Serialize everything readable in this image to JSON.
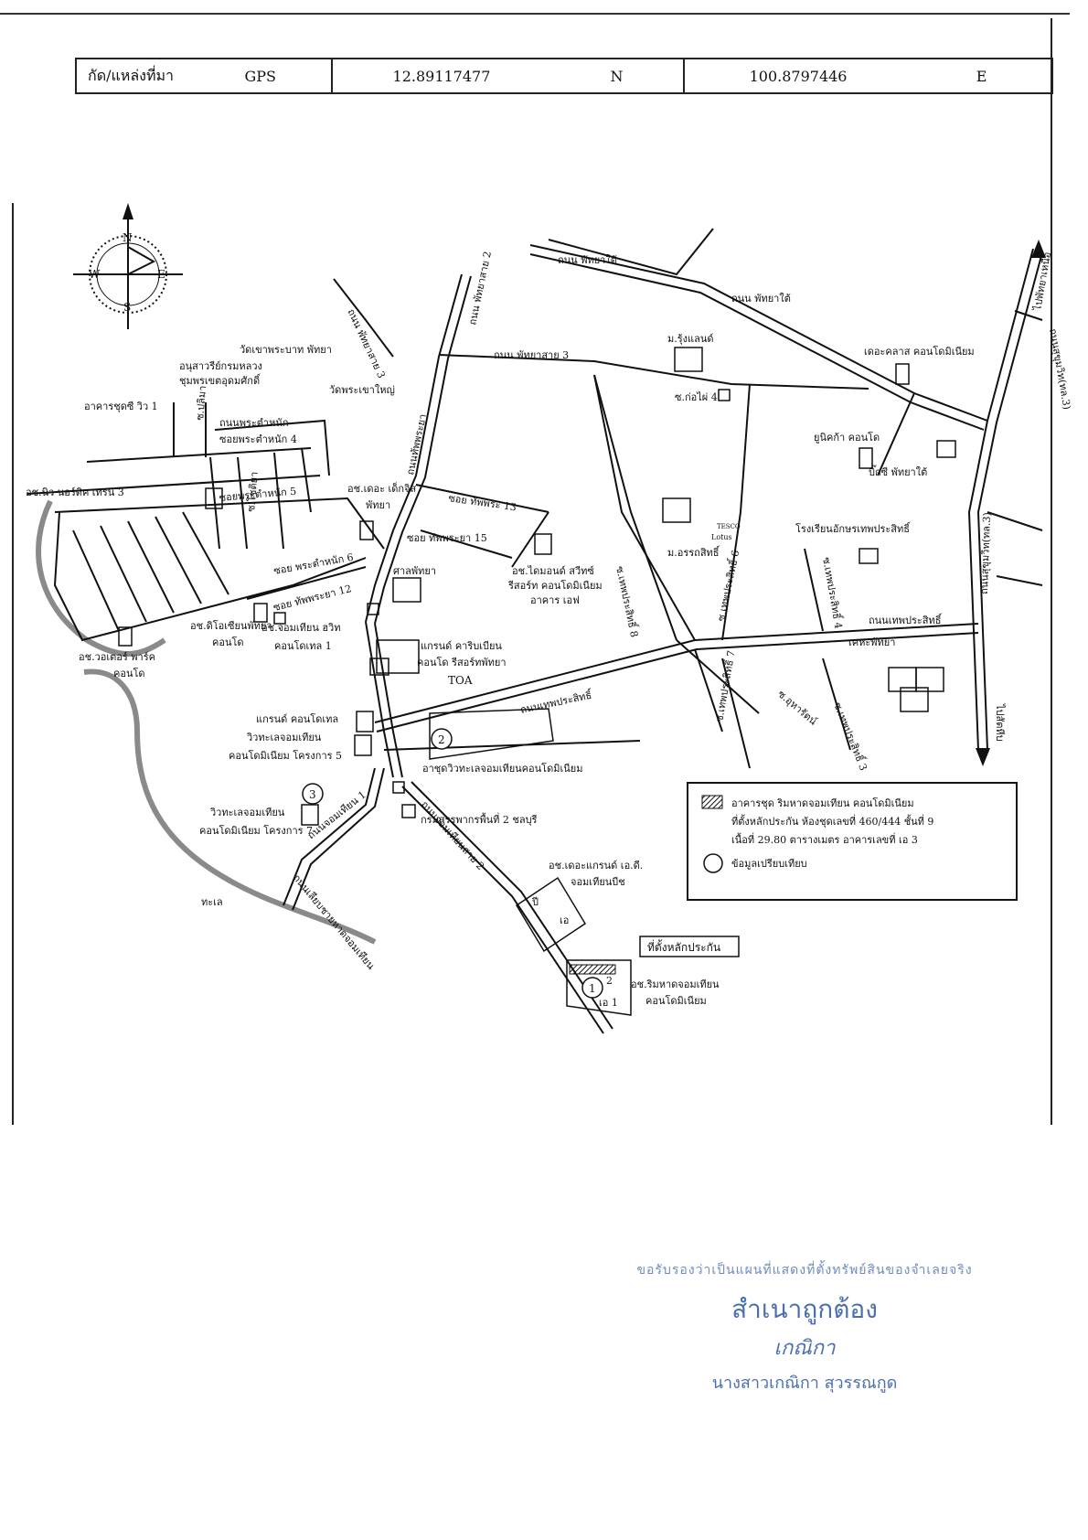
{
  "gps": {
    "label": "กัด/แหล่งที่มา",
    "source": "GPS",
    "lat": "12.89117477",
    "lat_dir": "N",
    "lon": "100.8797446",
    "lon_dir": "E"
  },
  "compass": {
    "n": "N",
    "s": "S",
    "e": "E",
    "w": "W"
  },
  "roads": {
    "pattaya_tai": "ถนน พัทยาใต้",
    "pattaya_tai2": "ถนน พัทยาใต้",
    "pattaya_sai2": "ถนน พัทยาสาย 2",
    "pattaya_sai3": "ถนน พัทยาสาย 3",
    "pattaya_sai3b": "ถนน พัทยาสาย 3",
    "thappraya": "ถนนทัพพระยา",
    "sukhumvit": "ถนนสุขุมวิท(ทล.3)",
    "sukhumvit2": "ถนนสุขุมวิท(ทล.3)",
    "to_north": "ไปพัทยาเหนือ",
    "to_sattahip": "ไปสัตหีบ",
    "phra_tamnak": "ถนนพระตำหนัก",
    "soi_phra_tamnak4": "ซอยพระตำหนัก 4",
    "soi_phra_tamnak5": "ซอยพระตำหนัก 5",
    "soi_phra_tamnak6": "ซอย พระตำหนัก 6",
    "soi_thappraya12": "ซอย ทัพพระยา 12",
    "soi_thappraya13": "ซอย ทัพพระ 13",
    "soi_thappraya15": "ซอย ทัพพระยา 15",
    "thep_prasit": "ถนนเทพประสิทธิ์",
    "thep_prasit2": "ถนนเทพประสิทธิ์",
    "soi_thep3": "ซ.เทพประสิทธิ์ 3",
    "soi_thep4": "ซ.เทพประสิทธิ์ 4",
    "soi_thep6": "ซ.เทพประสิทธิ์ 6",
    "soi_thep7": "ซ.เทพประสิทธิ์ 7",
    "soi_thep8": "ซ.เทพประสิทธิ์ 8",
    "soi_buakhao": "ซ.ก่อไผ่ 4",
    "soi_chaiyaphruek": "ซ.อุหารัตน์",
    "jomtien1": "ถนนจอมเทียน 1",
    "jomtien2": "ถนนจอมเทียนสาย 2",
    "jomtien_beach": "ถนนเลียบชายหาดจอมเทียน",
    "soi_tharo": "ซ.โชติยา",
    "soi_phra": "ซ.ปลิมา"
  },
  "places": {
    "wat_khao": "วัดเขาพระบาท พัทยา",
    "monument1": "อนุสาวรีย์กรมหลวง",
    "monument2": "ชุมพรเขตอุดมศักดิ์",
    "wat_yai": "วัดพระเขาใหญ่",
    "view1": "อาคารชุดซี วิว 1",
    "nordic": "อช.นิว นอร์ดิค เทรน 3",
    "tak": "อช.เดอะ เด็กจิส",
    "tak2": "พัทยา",
    "diamond1": "อช.ไดมอนด์ สวีทซ์",
    "diamond2": "รีสอร์ท คอนโดมิเนียม",
    "diamond3": "อาคาร เอฟ",
    "sala": "ศาลพัทยา",
    "caribbean1": "แกรนด์ คาริบเบียน",
    "caribbean2": "คอนโด รีสอร์ทพัทยา",
    "toa": "TOA",
    "diplomat1": "อช.ดิโอเซียนพัทยา",
    "diplomat2": "คอนโด",
    "jomtien_view1": "อช.จอมเทียน ฮวิท",
    "jomtien_view2": "คอนโดเทล 1",
    "water1": "อช.วอเตอร์ พาร์ค",
    "water2": "คอนโด",
    "grand_condo": "แกรนด์ คอนโดเทล",
    "view5a": "วิวทะเลจอมเทียน",
    "view5b": "คอนโดมิเนียม โครงการ 5",
    "view7a": "วิวทะเลจอมเทียน",
    "view7b": "คอนโดมิเนียม โครงการ 7",
    "view_complex": "อาชุดวิวทะเลจอมเทียนคอนโดมิเนียม",
    "revenue": "กรมสรรพากรพื้นที่ 2 ชลบุรี",
    "grand1": "อช.เดอะแกรนด์ เอ.ดี.",
    "grand2": "จอมเทียนบีช",
    "collateral": "ที่ตั้งหลักประกัน",
    "rim1": "อช.ริมหาดจอมเทียน",
    "rim2": "คอนโดมิเนียม",
    "sea": "ทะเล",
    "ruenland": "ม.รุ้งแลนด์",
    "ornsit": "ม.อรรถสิทธิ์",
    "the_grand_condo": "เดอะคลาส คอนโดมิเนียม",
    "unika": "ยูนิคก้า คอนโด",
    "bigc": "บิ๊กซี พัทยาใต้",
    "school": "โรงเรียนอักษรเทพประสิทธิ์",
    "kheha": "เคหะพัทยา",
    "tesco1": "TESCO",
    "tesco2": "Lotus",
    "bldg_p": "ปี",
    "bldg_e": "เอ",
    "bldg_1": "เอ 1",
    "bldg_2": "2"
  },
  "markers": {
    "m1": "1",
    "m2": "2",
    "m3": "3"
  },
  "legend": {
    "item1_line1": "อาคารชุด ริมหาดจอมเทียน คอนโดมิเนียม",
    "item1_line2": "ที่ตั้งหลักประกัน ห้องชุดเลขที่ 460/444 ชั้นที่ 9",
    "item1_line3": "เนื้อที่ 29.80 ตารางเมตร อาคารเลขที่ เอ 3",
    "item2": "ข้อมูลเปรียบเทียบ"
  },
  "stamp": {
    "line1": "ขอรับรองว่าเป็นแผนที่แสดงที่ตั้งทรัพย์สินของจำเลยจริง",
    "line2": "สำเนาถูกต้อง",
    "line3": "เกณิกา",
    "line4": "นางสาวเกณิกา สุวรรณกูด"
  },
  "colors": {
    "ink": "#111111",
    "coast": "#8a8a8a",
    "stamp": "#4a6fb0"
  }
}
